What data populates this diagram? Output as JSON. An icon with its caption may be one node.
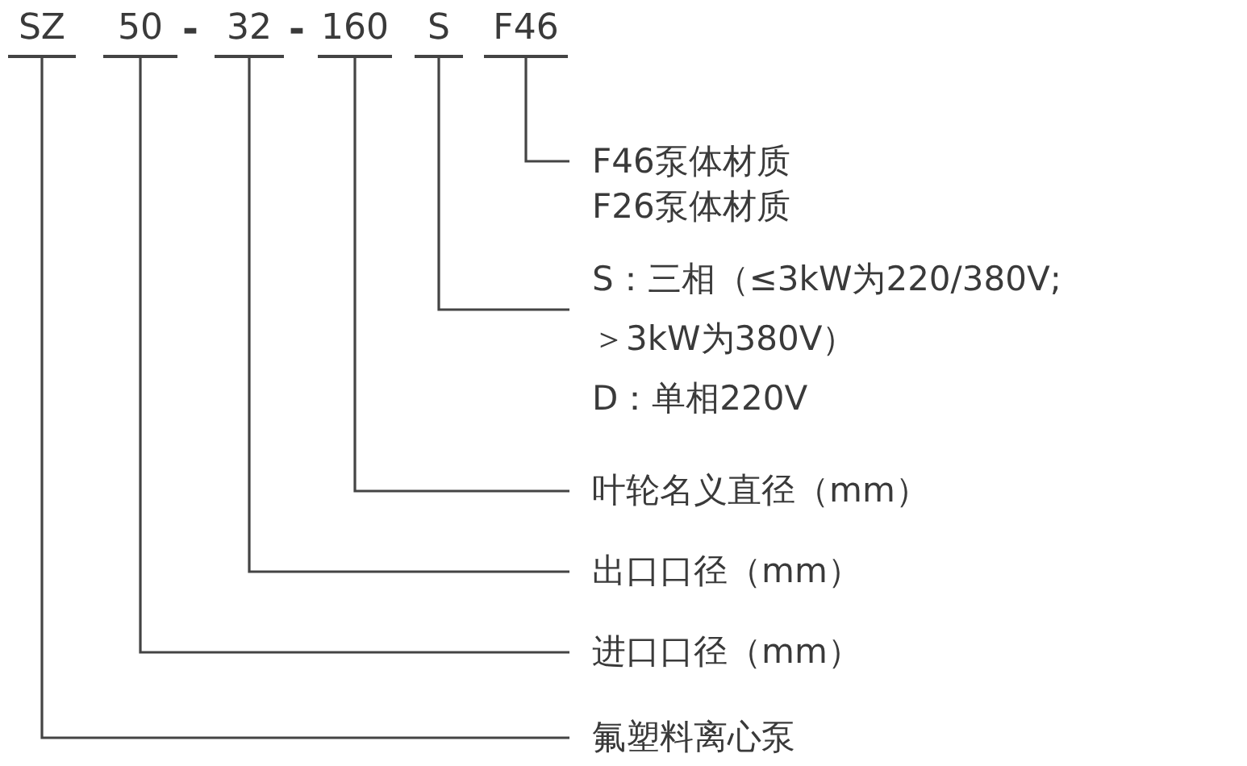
{
  "diagram": {
    "nodes": [
      {
        "text": [
          "SZ"
        ]
      },
      {
        "text": [
          "50"
        ]
      },
      {
        "text": [
          "32"
        ]
      },
      {
        "text": [
          "160"
        ]
      },
      {
        "text": [
          "S"
        ]
      },
      {
        "text": [
          "F46"
        ]
      },
      {
        "text": [
          "F46泵体材质",
          "F26泵体材质"
        ]
      },
      {
        "text": [
          "S：三相（≤3kW为220/380V; ＞3kW为380V）",
          "D：单相220V"
        ]
      },
      {
        "text": [
          "叶轮名义直径（mm）"
        ]
      },
      {
        "text": [
          "出口口径（mm）"
        ]
      },
      {
        "text": [
          "进口口径（mm）"
        ]
      },
      {
        "text": [
          "氟塑料离心泵"
        ]
      }
    ],
    "edges": [
      {
        "from": 5,
        "to": 6,
        "arrow": "none"
      },
      {
        "from": 4,
        "to": 7,
        "arrow": "none"
      },
      {
        "from": 3,
        "to": 8,
        "arrow": "none"
      },
      {
        "from": 2,
        "to": 9,
        "arrow": "none"
      },
      {
        "from": 1,
        "to": 10,
        "arrow": "none"
      },
      {
        "from": 0,
        "to": 11,
        "arrow": "none"
      }
    ],
    "labels": [
      "-",
      "-"
    ]
  }
}
